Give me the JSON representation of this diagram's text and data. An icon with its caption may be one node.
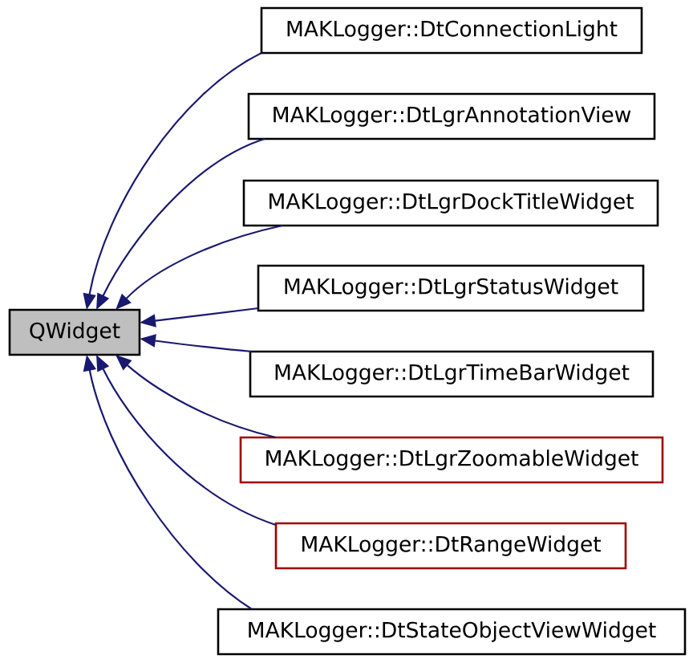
{
  "diagram": {
    "nodes": [
      {
        "text": [
          "QWidget"
        ]
      },
      {
        "text": [
          "MAKLogger::DtConnectionLight"
        ]
      },
      {
        "text": [
          "MAKLogger::DtLgrAnnotationView"
        ]
      },
      {
        "text": [
          "MAKLogger::DtLgrDockTitleWidget"
        ]
      },
      {
        "text": [
          "MAKLogger::DtLgrStatusWidget"
        ]
      },
      {
        "text": [
          "MAKLogger::DtLgrTimeBarWidget"
        ]
      },
      {
        "text": [
          "MAKLogger::DtLgrZoomableWidget"
        ]
      },
      {
        "text": [
          "MAKLogger::DtRangeWidget"
        ]
      },
      {
        "text": [
          "MAKLogger::DtStateObjectViewWidget"
        ]
      }
    ],
    "edges": [
      {
        "from": 1,
        "to": 0,
        "arrow": "to"
      },
      {
        "from": 2,
        "to": 0,
        "arrow": "to"
      },
      {
        "from": 3,
        "to": 0,
        "arrow": "to"
      },
      {
        "from": 4,
        "to": 0,
        "arrow": "to"
      },
      {
        "from": 5,
        "to": 0,
        "arrow": "to"
      },
      {
        "from": 6,
        "to": 0,
        "arrow": "to"
      },
      {
        "from": 7,
        "to": 0,
        "arrow": "to"
      },
      {
        "from": 8,
        "to": 0,
        "arrow": "to"
      }
    ]
  }
}
